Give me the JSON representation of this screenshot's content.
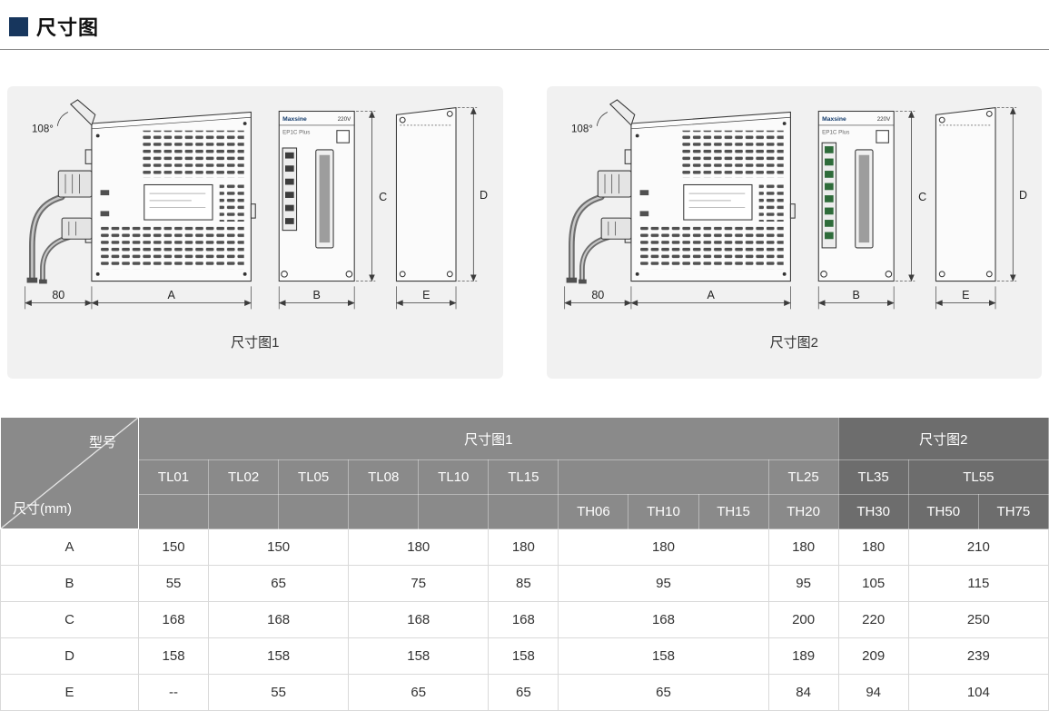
{
  "page": {
    "title": "尺寸图"
  },
  "colors": {
    "accent": "#17365d",
    "header_bg": "#8a8a8a",
    "header_bg_dark": "#6d6d6d",
    "panel_bg": "#f1f1f1"
  },
  "diagrams": [
    {
      "caption": "尺寸图1",
      "brand": "Maxsine",
      "voltage": "220V",
      "model": "EP1C Plus",
      "labels": {
        "angle": "108°",
        "base_width": "80",
        "depth": "A",
        "front_width": "B",
        "height_front": "C",
        "height_rear": "D",
        "rear_width": "E"
      }
    },
    {
      "caption": "尺寸图2",
      "brand": "Maxsine",
      "voltage": "220V",
      "model": "EP1C Plus",
      "labels": {
        "angle": "108°",
        "base_width": "80",
        "depth": "A",
        "front_width": "B",
        "height_front": "C",
        "height_rear": "D",
        "rear_width": "E"
      }
    }
  ],
  "table": {
    "corner": {
      "top_label": "型号",
      "bottom_label": "尺寸(mm)"
    },
    "groups": [
      {
        "label": "尺寸图1",
        "span": 10,
        "dark": false
      },
      {
        "label": "尺寸图2",
        "span": 3,
        "dark": true
      }
    ],
    "model_row_tl": [
      {
        "label": "TL01",
        "span": 1
      },
      {
        "label": "TL02",
        "span": 1
      },
      {
        "label": "TL05",
        "span": 1
      },
      {
        "label": "TL08",
        "span": 1
      },
      {
        "label": "TL10",
        "span": 1
      },
      {
        "label": "TL15",
        "span": 1
      },
      {
        "label": "",
        "span": 3
      },
      {
        "label": "TL25",
        "span": 1
      },
      {
        "label": "TL35",
        "span": 1,
        "dark": true
      },
      {
        "label": "TL55",
        "span": 2,
        "dark": true
      }
    ],
    "model_row_th": [
      {
        "label": "",
        "span": 1
      },
      {
        "label": "",
        "span": 1
      },
      {
        "label": "",
        "span": 1
      },
      {
        "label": "",
        "span": 1
      },
      {
        "label": "",
        "span": 1
      },
      {
        "label": "",
        "span": 1
      },
      {
        "label": "TH06",
        "span": 1
      },
      {
        "label": "TH10",
        "span": 1
      },
      {
        "label": "TH15",
        "span": 1
      },
      {
        "label": "TH20",
        "span": 1
      },
      {
        "label": "TH30",
        "span": 1,
        "dark": true
      },
      {
        "label": "TH50",
        "span": 1,
        "dark": true
      },
      {
        "label": "TH75",
        "span": 1,
        "dark": true
      }
    ],
    "col_spans": [
      1,
      2,
      2,
      1,
      3,
      1,
      1,
      2
    ],
    "rows": [
      {
        "label": "A",
        "values": [
          "150",
          "150",
          "180",
          "180",
          "180",
          "180",
          "180",
          "210"
        ]
      },
      {
        "label": "B",
        "values": [
          "55",
          "65",
          "75",
          "85",
          "95",
          "95",
          "105",
          "115"
        ]
      },
      {
        "label": "C",
        "values": [
          "168",
          "168",
          "168",
          "168",
          "168",
          "200",
          "220",
          "250"
        ]
      },
      {
        "label": "D",
        "values": [
          "158",
          "158",
          "158",
          "158",
          "158",
          "189",
          "209",
          "239"
        ]
      },
      {
        "label": "E",
        "values": [
          "--",
          "55",
          "65",
          "65",
          "65",
          "84",
          "94",
          "104"
        ]
      }
    ]
  }
}
